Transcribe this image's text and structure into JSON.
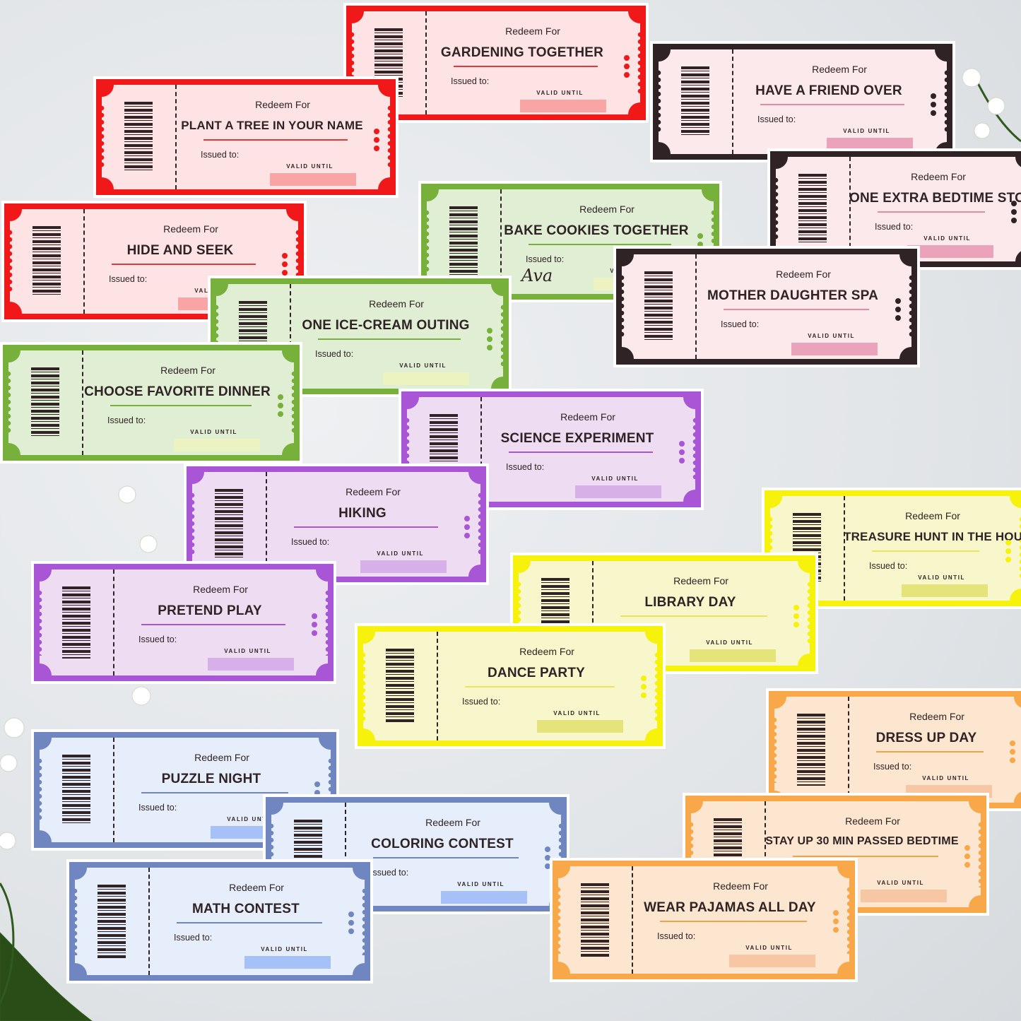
{
  "colors": {
    "red": {
      "frame": "#f01818",
      "fill": "#fde3e3",
      "line": "#e23a3a",
      "box": "#f7a5a5"
    },
    "dark": {
      "frame": "#2f2325",
      "fill": "#fbe9ec",
      "line": "#e58aa4",
      "box": "#eaa3bb"
    },
    "green": {
      "frame": "#78b03c",
      "fill": "#e0eed4",
      "line": "#78b03c",
      "box": "#edf3c0"
    },
    "purple": {
      "frame": "#a855d6",
      "fill": "#eedcf3",
      "line": "#a855d6",
      "box": "#d7b0e9"
    },
    "yellow": {
      "frame": "#f6f20c",
      "fill": "#f8f7cc",
      "line": "#e9e45a",
      "box": "#e4e47a"
    },
    "blue": {
      "frame": "#7086c0",
      "fill": "#e6eefb",
      "line": "#7086c0",
      "box": "#a6c0f8"
    },
    "orange": {
      "frame": "#f8a848",
      "fill": "#fde6cf",
      "line": "#f3a24c",
      "box": "#f6c7a2"
    }
  },
  "common": {
    "redeem_for": "Redeem For",
    "issued_to": "Issued to:",
    "valid_until": "VALID UNTIL"
  },
  "tickets": [
    {
      "title": "GARDENING TOGETHER",
      "color": "red"
    },
    {
      "title": "HAVE A FRIEND OVER",
      "color": "dark"
    },
    {
      "title": "PLANT A TREE IN YOUR NAME",
      "color": "red"
    },
    {
      "title": "ONE EXTRA BEDTIME STO",
      "color": "dark"
    },
    {
      "title": "BAKE COOKIES TOGETHER",
      "color": "green",
      "issued_name": "Ava"
    },
    {
      "title": "HIDE AND SEEK",
      "color": "red"
    },
    {
      "title": "MOTHER DAUGHTER SPA",
      "color": "dark"
    },
    {
      "title": "ONE ICE-CREAM OUTING",
      "color": "green"
    },
    {
      "title": "CHOOSE FAVORITE DINNER",
      "color": "green"
    },
    {
      "title": "SCIENCE EXPERIMENT",
      "color": "purple"
    },
    {
      "title": "HIKING",
      "color": "purple"
    },
    {
      "title": "TREASURE HUNT IN THE HOU",
      "color": "yellow"
    },
    {
      "title": "PRETEND PLAY",
      "color": "purple"
    },
    {
      "title": "LIBRARY DAY",
      "color": "yellow"
    },
    {
      "title": "DANCE PARTY",
      "color": "yellow"
    },
    {
      "title": "DRESS UP DAY",
      "color": "orange"
    },
    {
      "title": "PUZZLE NIGHT",
      "color": "blue"
    },
    {
      "title": "STAY UP 30 MIN PASSED BEDTIME",
      "color": "orange"
    },
    {
      "title": "COLORING CONTEST",
      "color": "blue"
    },
    {
      "title": "WEAR PAJAMAS ALL DAY",
      "color": "orange"
    },
    {
      "title": "MATH CONTEST",
      "color": "blue"
    }
  ]
}
